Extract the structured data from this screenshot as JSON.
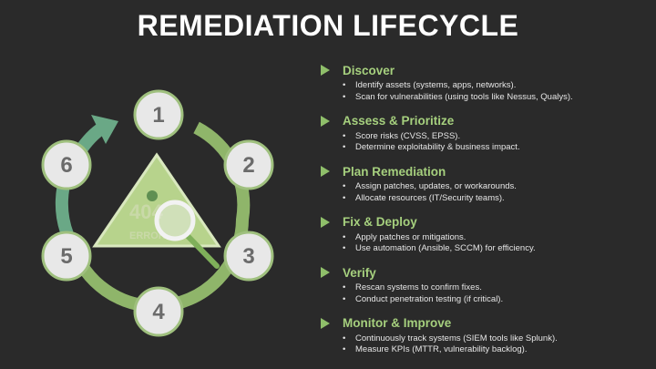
{
  "title": "REMEDIATION LIFECYCLE",
  "colors": {
    "background": "#2a2a2a",
    "accent_green": "#a6d07e",
    "cycle_ring": "#8fb56a",
    "arrow_teal": "#6aa886",
    "node_fill": "#e8e8e8"
  },
  "cycle": {
    "nodes": [
      "1",
      "2",
      "3",
      "4",
      "5",
      "6"
    ],
    "center_graphic": {
      "text_404": "404",
      "text_error": "ERROR"
    }
  },
  "steps": [
    {
      "title": "Discover",
      "bullets": [
        "Identify assets (systems, apps, networks).",
        "Scan for vulnerabilities (using tools like Nessus, Qualys)."
      ]
    },
    {
      "title": "Assess & Prioritize",
      "bullets": [
        "Score risks (CVSS, EPSS).",
        "Determine exploitability & business impact."
      ]
    },
    {
      "title": "Plan Remediation",
      "bullets": [
        "Assign patches, updates, or workarounds.",
        "Allocate resources (IT/Security teams)."
      ]
    },
    {
      "title": "Fix & Deploy",
      "bullets": [
        "Apply patches or mitigations.",
        "Use automation (Ansible, SCCM) for efficiency."
      ]
    },
    {
      "title": "Verify",
      "bullets": [
        "Rescan systems to confirm fixes.",
        "Conduct penetration testing (if critical)."
      ]
    },
    {
      "title": "Monitor & Improve",
      "bullets": [
        "Continuously track systems (SIEM tools like Splunk).",
        "Measure KPIs (MTTR, vulnerability backlog)."
      ]
    }
  ]
}
